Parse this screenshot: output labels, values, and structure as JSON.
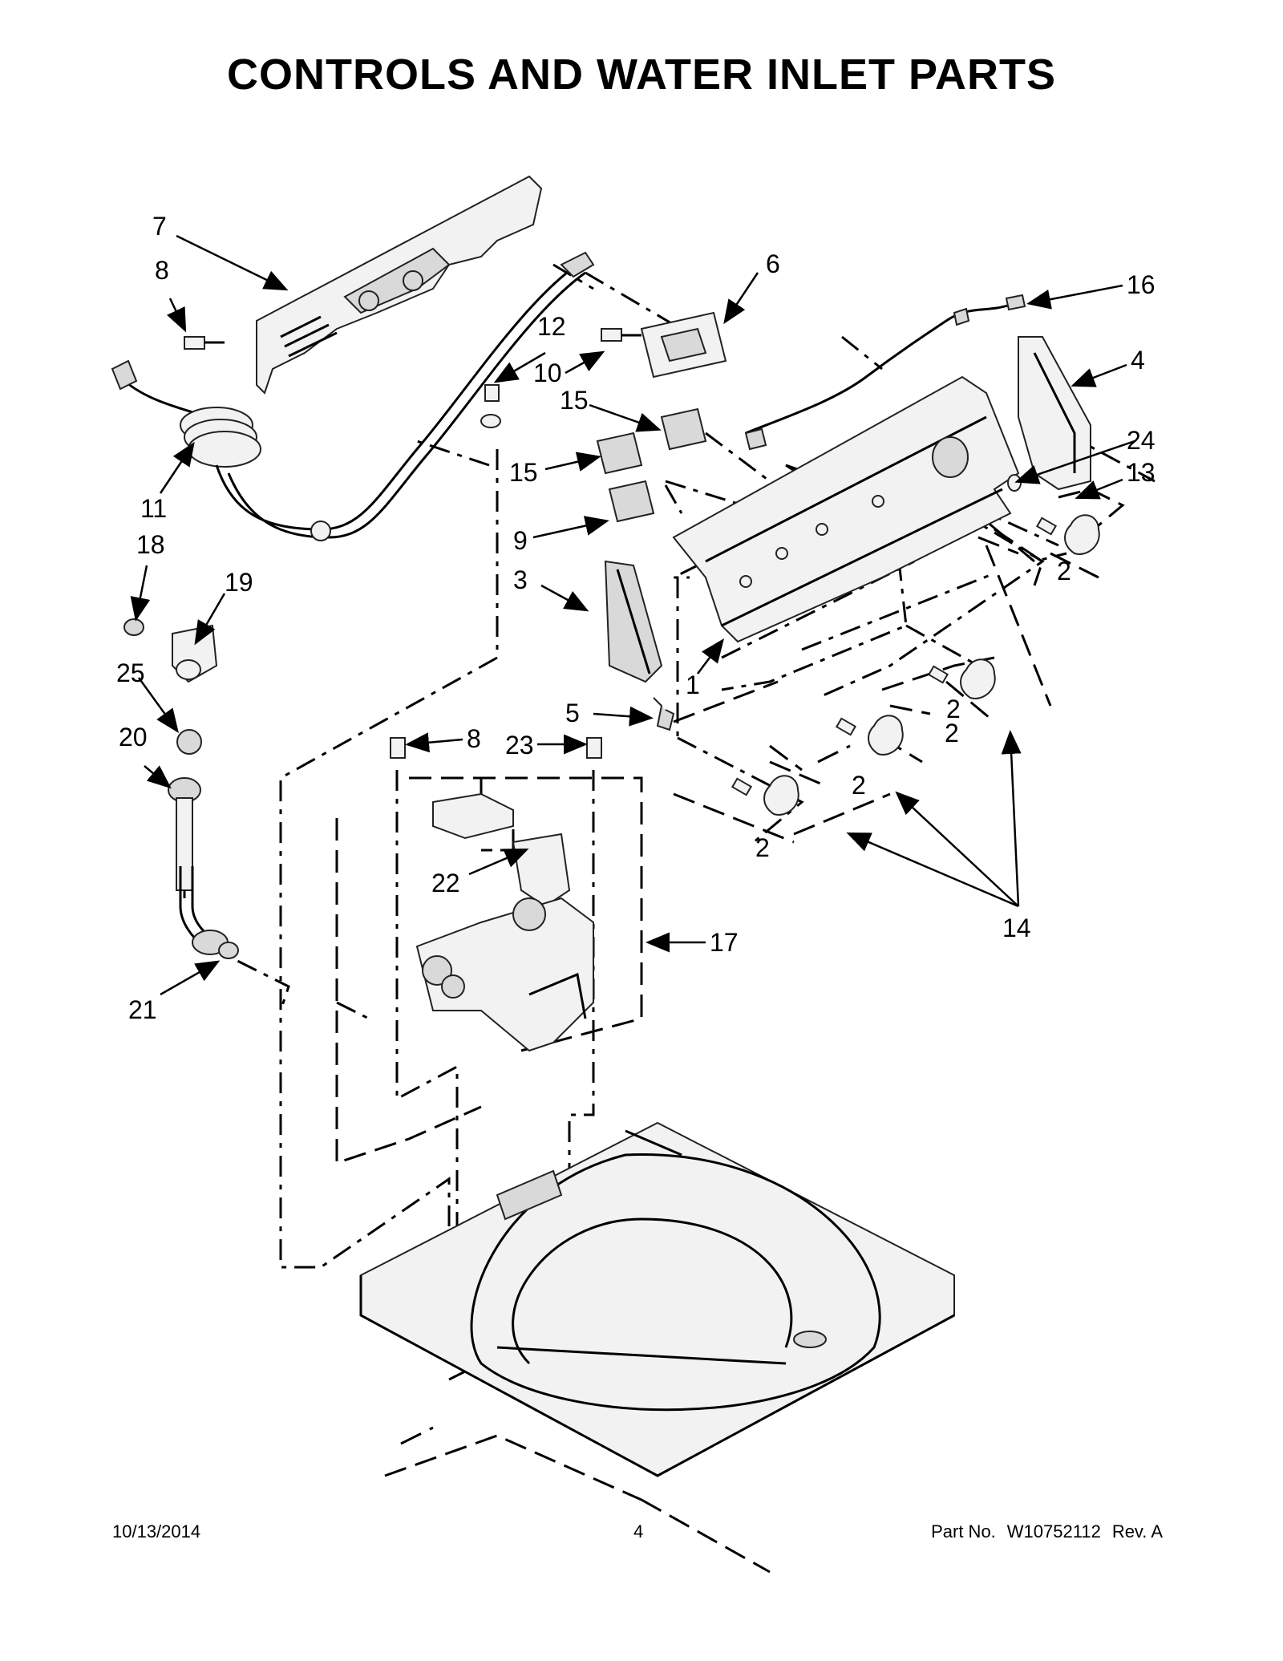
{
  "title": "CONTROLS AND WATER INLET PARTS",
  "callouts": [
    {
      "label": "7"
    },
    {
      "label": "8"
    },
    {
      "label": "12"
    },
    {
      "label": "6"
    },
    {
      "label": "16"
    },
    {
      "label": "10"
    },
    {
      "label": "15"
    },
    {
      "label": "4"
    },
    {
      "label": "11"
    },
    {
      "label": "15"
    },
    {
      "label": "24"
    },
    {
      "label": "13"
    },
    {
      "label": "18"
    },
    {
      "label": "9"
    },
    {
      "label": "19"
    },
    {
      "label": "3"
    },
    {
      "label": "2"
    },
    {
      "label": "25"
    },
    {
      "label": "1"
    },
    {
      "label": "2"
    },
    {
      "label": "5"
    },
    {
      "label": "20"
    },
    {
      "label": "8"
    },
    {
      "label": "23"
    },
    {
      "label": "2"
    },
    {
      "label": "2"
    },
    {
      "label": "22"
    },
    {
      "label": "17"
    },
    {
      "label": "14"
    },
    {
      "label": "21"
    },
    {
      "label": "2"
    }
  ],
  "footer": {
    "date": "10/13/2014",
    "page": "4",
    "part_label": "Part No.",
    "part_number": "W10752112",
    "revision": "Rev.  A"
  }
}
